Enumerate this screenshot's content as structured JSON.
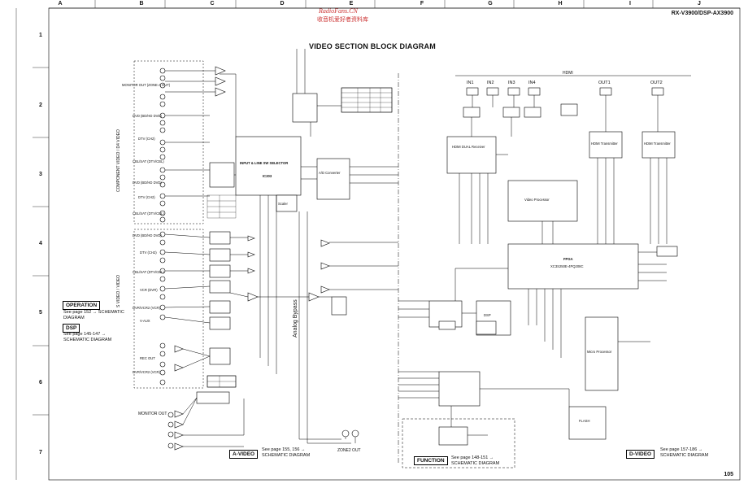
{
  "header": {
    "columns": [
      "A",
      "B",
      "C",
      "D",
      "E",
      "F",
      "G",
      "H",
      "I",
      "J"
    ],
    "rows": [
      "1",
      "2",
      "3",
      "4",
      "5",
      "6",
      "7"
    ],
    "model": "RX-V3900/DSP-AX3900",
    "brand": "RadioFans.CN",
    "brand_cn": "收音机爱好者资料库",
    "page_number": "105"
  },
  "title": "VIDEO SECTION BLOCK DIAGRAM",
  "hdmi": {
    "label": "HDMI",
    "inputs": [
      "IN1",
      "IN2",
      "IN3",
      "IN4"
    ],
    "outputs": [
      "OUT1",
      "OUT2"
    ]
  },
  "side_labels": {
    "component": "COMPONENT VIDEO / D4 VIDEO",
    "svideo": "S VIDEO / VIDEO",
    "analog_bypass": "Analog Bypass"
  },
  "component_jacks": [
    "MONITOR OUT (ZONE-A OUT)",
    "DVD (BD/HD DVD)",
    "DTV (CH2)",
    "CBL/SAT (DTV/CBL)",
    "DVD (BD/HD DVD)",
    "DTV (CH2)",
    "CBL/SAT (DTV/CBL)"
  ],
  "svideo_jacks": [
    "DVD (BD/HD DVD)",
    "DTV (CH2)",
    "CBL/SAT (DTV/CBL)",
    "VCR (DVR)",
    "DVR/VCR2 (VCR)",
    "V-AUX",
    "REC OUT",
    "DVR/VCR2 (VCR)"
  ],
  "blocks": {
    "input_selector": "INPUT & LINE SW SELECTOR",
    "ic": "IC203",
    "converter": "A/D Converter",
    "scaler": "Scaler",
    "hdmi_tx": "HDMI Transmitter",
    "hdmi_rx": "HDMI DUAL Receiver",
    "video_processor": "Video Processor",
    "fpga": "FPGA",
    "fpga_chip": "XC3S250E-4PQ208C",
    "microprocessor": "Micro Processor",
    "flash": "FLASH",
    "dsp": "DSP",
    "zone2": "ZONE2 OUT",
    "monitor_out": "MONITOR OUT"
  },
  "refs": {
    "operation_tag": "OPERATION",
    "operation_ref": "See page 152 → SCHEMATIC DIAGRAM",
    "dsp_tag": "DSP",
    "dsp_ref": "See page 145-147 → SCHEMATIC DIAGRAM",
    "avideo_tag": "A-VIDEO",
    "avideo_ref": "See page 155, 156 → SCHEMATIC DIAGRAM",
    "function_tag": "FUNCTION",
    "function_ref": "See page 148-151 → SCHEMATIC DIAGRAM",
    "dvideo_tag": "D-VIDEO",
    "dvideo_ref": "See page 157-186 → SCHEMATIC DIAGRAM"
  }
}
